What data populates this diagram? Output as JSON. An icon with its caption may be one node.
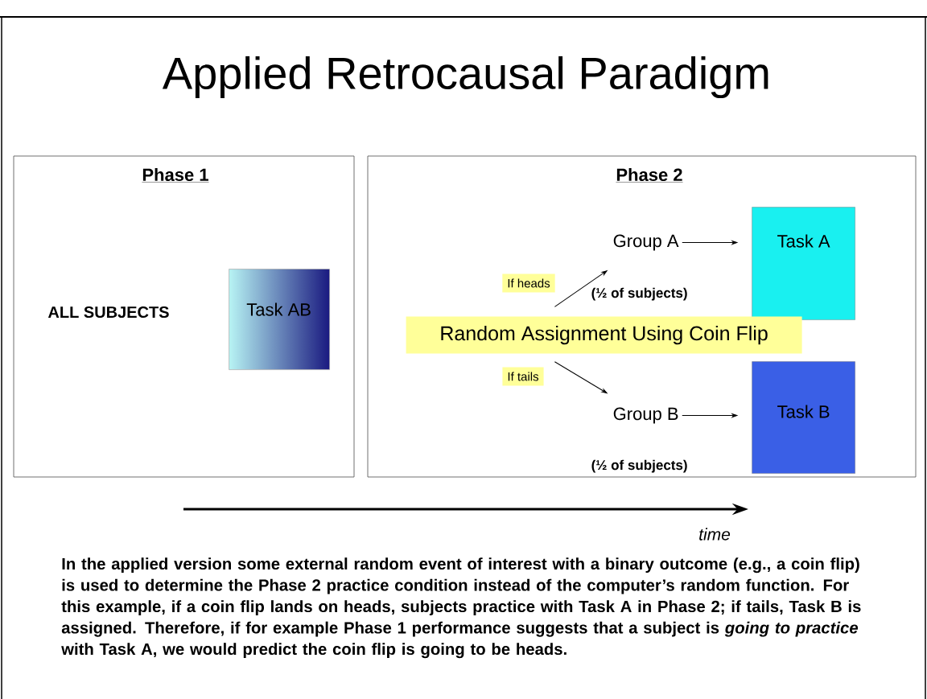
{
  "diagram": {
    "title": "Applied Retrocausal Paradigm",
    "caption": "In the applied version some external random event of interest with a binary outcome (e.g., a coin flip) is used to determine the Phase 2 practice condition instead of the computer’s random function.  For this example, if a coin flip lands on heads, subjects practice with Task A in Phase 2; if tails, Task B is assigned.  Therefore, if for example Phase 1 performance suggests that a subject is *going to practice* with Task A, we would predict the coin flip is going to be heads.",
    "nodes": [
      {
        "text": [
          "Phase 1"
        ]
      },
      {
        "text": [
          "Task AB"
        ],
        "in": 0
      },
      {
        "text": [
          "Phase 2"
        ]
      },
      {
        "text": [
          "Group A"
        ],
        "in": 2,
        "beside": [
          "(½ of subjects)"
        ]
      },
      {
        "text": [
          "Task A"
        ],
        "in": 2
      },
      {
        "text": [
          "Random Assignment Using Coin Flip"
        ],
        "in": 2
      },
      {
        "text": [
          "Group B"
        ],
        "in": 2,
        "beside": [
          "(½ of subjects)"
        ]
      },
      {
        "text": [
          "Task B"
        ],
        "in": 2
      }
    ],
    "edges": [
      {
        "from": 5,
        "to": 3,
        "arrow": "to",
        "label": "If heads"
      },
      {
        "from": 5,
        "to": 6,
        "arrow": "to",
        "label": "If tails"
      },
      {
        "from": 3,
        "to": 4,
        "arrow": "to"
      },
      {
        "from": 6,
        "to": 7,
        "arrow": "to"
      }
    ],
    "labels": [
      "ALL SUBJECTS",
      "time"
    ]
  }
}
